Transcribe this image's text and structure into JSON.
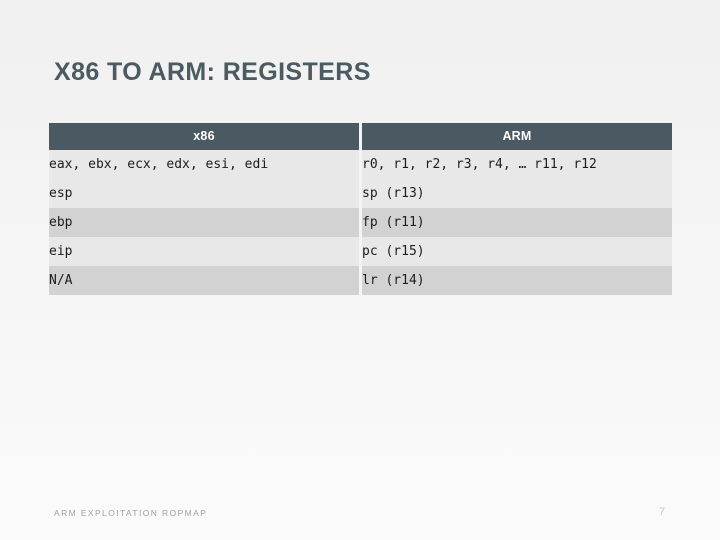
{
  "slide": {
    "title": "X86 TO ARM: REGISTERS"
  },
  "table": {
    "headers": {
      "x86": "x86",
      "arm": "ARM"
    },
    "rows": [
      {
        "x86": "eax, ebx, ecx, edx, esi, edi",
        "arm": "r0, r1, r2, r3, r4, … r11, r12"
      },
      {
        "x86": "esp",
        "arm": "sp (r13)"
      },
      {
        "x86": "ebp",
        "arm": "fp (r11)"
      },
      {
        "x86": "eip",
        "arm": "pc (r15)"
      },
      {
        "x86": "N/A",
        "arm": "lr (r14)"
      }
    ]
  },
  "footer": {
    "label": "ARM EXPLOITATION ROPMAP",
    "page_number": "7"
  },
  "colors": {
    "header_bar": "#4b5a62",
    "title_text": "#4c5a62",
    "row_light": "#e8e8e8",
    "row_dark": "#d2d2d2",
    "page_background": "#f4f4f4",
    "footer_text": "#9aa2a8"
  }
}
